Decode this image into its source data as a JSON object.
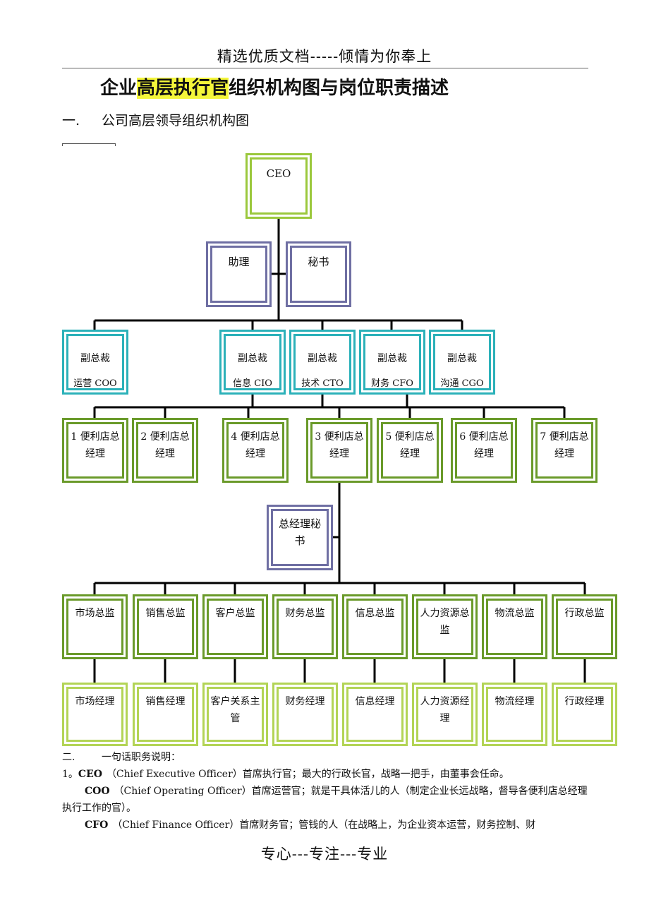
{
  "header": "精选优质文档-----倾情为你奉上",
  "title": {
    "pre": "企业",
    "highlight": "高层执行官",
    "post": "组织机构图与岗位职责描述"
  },
  "section1": {
    "num": "一.",
    "text": "公司高层领导组织机构图"
  },
  "org": {
    "ceo": "CEO",
    "assistant": "助理",
    "secretary": "秘书",
    "vp_title": "副总裁",
    "vps": [
      "运营 COO",
      "信息 CIO",
      "技术 CTO",
      "财务 CFO",
      "沟通 CGO"
    ],
    "stores": [
      "1 便利店总经理",
      "2 便利店总经理",
      "4 便利店总经理",
      "3 便利店总经理",
      "5 便利店总经理",
      "6 便利店总经理",
      "7 便利店总经理"
    ],
    "gm_secretary": "总经理秘书",
    "directors": [
      "市场总监",
      "销售总监",
      "客户总监",
      "财务总监",
      "信息总监",
      "人力资源总监",
      "物流总监",
      "行政总监"
    ],
    "managers": [
      "市场经理",
      "销售经理",
      "客户关系主管",
      "财务经理",
      "信息经理",
      "人力资源经理",
      "物流经理",
      "行政经理"
    ]
  },
  "section2": {
    "num": "二.",
    "text": "一句话职务说明："
  },
  "desc": [
    {
      "prefix": "1。",
      "term": "CEO",
      "text": "（Chief Executive Officer）首席执行官；最大的行政长官，战略一把手，由董事会任命。"
    },
    {
      "prefix": "",
      "term": "COO",
      "text": "（Chief Operating Officer）首席运营官；就是干具体活儿的人（制定企业长远战略，督导各便利店总经理执行工作的官）。"
    },
    {
      "prefix": "",
      "term": "CFO",
      "text": "（Chief Finance Officer）首席财务官；管钱的人（在战略上，为企业资本运营，财务控制、财"
    }
  ],
  "footer": "专心---专注---专业"
}
